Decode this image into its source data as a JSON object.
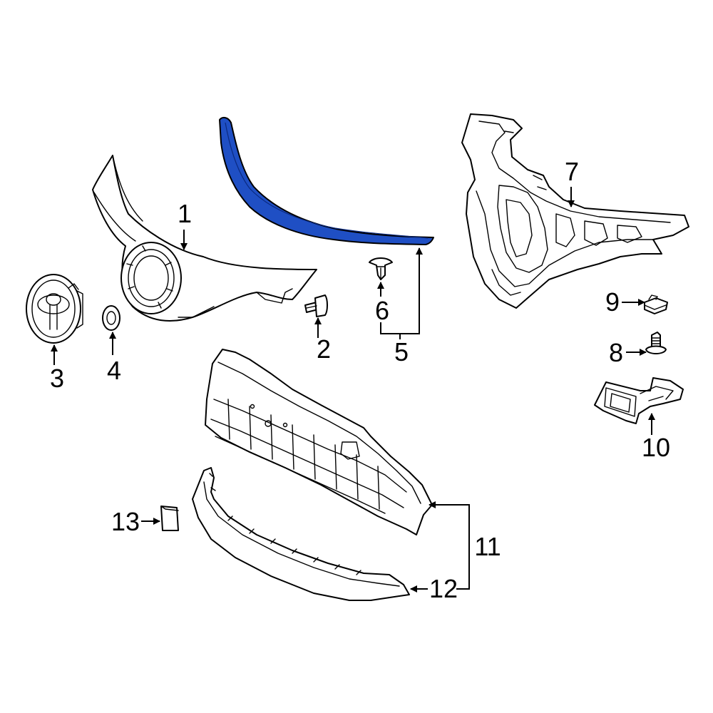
{
  "diagram": {
    "highlight_color": "#1f4fc4",
    "callouts": [
      {
        "id": "1",
        "label": "1"
      },
      {
        "id": "2",
        "label": "2"
      },
      {
        "id": "3",
        "label": "3"
      },
      {
        "id": "4",
        "label": "4"
      },
      {
        "id": "5",
        "label": "5"
      },
      {
        "id": "6",
        "label": "6"
      },
      {
        "id": "7",
        "label": "7"
      },
      {
        "id": "8",
        "label": "8"
      },
      {
        "id": "9",
        "label": "9"
      },
      {
        "id": "10",
        "label": "10"
      },
      {
        "id": "11",
        "label": "11"
      },
      {
        "id": "12",
        "label": "12"
      },
      {
        "id": "13",
        "label": "13"
      }
    ]
  }
}
